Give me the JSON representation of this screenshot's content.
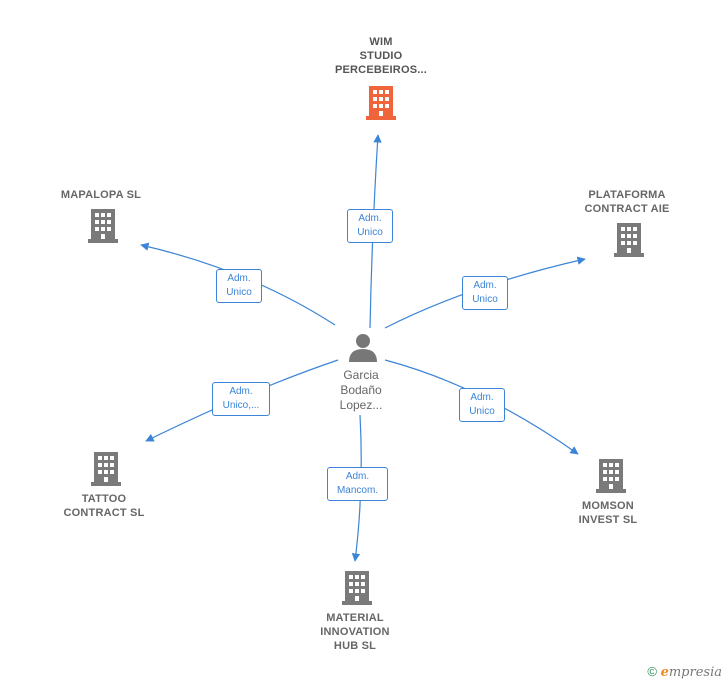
{
  "center": {
    "lines": [
      "Garcia",
      "Bodaño",
      "Lopez..."
    ]
  },
  "companies": [
    {
      "id": "wim",
      "lines": [
        "WIM",
        "STUDIO",
        "PERCEBEIROS..."
      ],
      "focus": true
    },
    {
      "id": "mapalopa",
      "lines": [
        "MAPALOPA SL"
      ],
      "focus": false
    },
    {
      "id": "plataforma",
      "lines": [
        "PLATAFORMA",
        "CONTRACT AIE"
      ],
      "focus": false
    },
    {
      "id": "tattoo",
      "lines": [
        "TATTOO",
        "CONTRACT SL"
      ],
      "focus": false
    },
    {
      "id": "momson",
      "lines": [
        "MOMSON",
        "INVEST SL"
      ],
      "focus": false
    },
    {
      "id": "material",
      "lines": [
        "MATERIAL",
        "INNOVATION",
        "HUB  SL"
      ],
      "focus": false
    }
  ],
  "relations": [
    {
      "to": "wim",
      "lines": [
        "Adm.",
        "Unico"
      ]
    },
    {
      "to": "mapalopa",
      "lines": [
        "Adm.",
        "Unico"
      ]
    },
    {
      "to": "plataforma",
      "lines": [
        "Adm.",
        "Unico"
      ]
    },
    {
      "to": "tattoo",
      "lines": [
        "Adm.",
        "Unico,..."
      ]
    },
    {
      "to": "momson",
      "lines": [
        "Adm.",
        "Unico"
      ]
    },
    {
      "to": "material",
      "lines": [
        "Adm.",
        "Mancom."
      ]
    }
  ],
  "colors": {
    "edge": "#3b84d6",
    "building": "#7a7a7a",
    "focus_building": "#f0643c",
    "person": "#777777"
  },
  "icons": {
    "company": "building-icon",
    "person": "person-icon",
    "copyright": "copyright-icon"
  },
  "footer": {
    "copyright": "©",
    "brand_initial": "e",
    "brand_rest": "mpresia"
  }
}
